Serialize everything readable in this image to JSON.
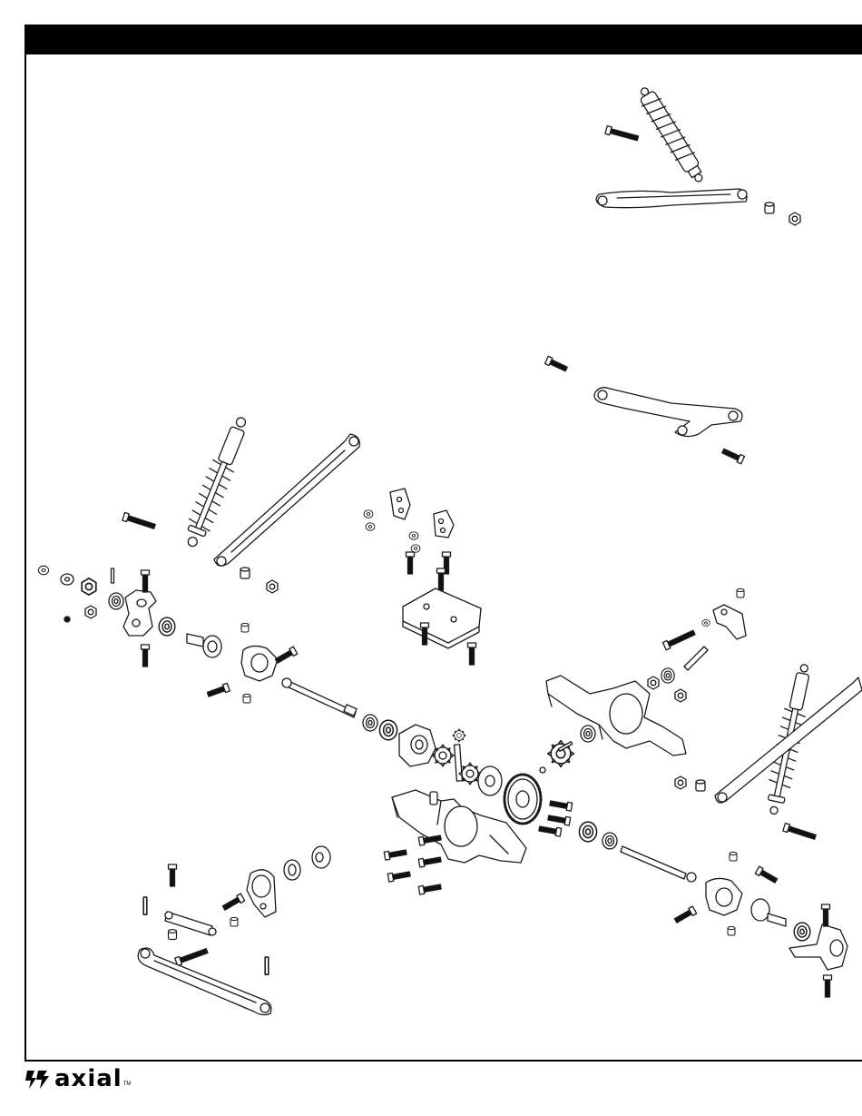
{
  "header": {
    "title": ""
  },
  "brand": {
    "logo_text": "axial",
    "trademark": "TM",
    "color": "#000000"
  },
  "colors": {
    "line": "#1a1a1a",
    "fill": "#ffffff",
    "bar": "#000000"
  },
  "parts": [
    "shock-absorber",
    "suspension-link",
    "upper-link",
    "axle-housing",
    "differential",
    "ring-gear",
    "pinion-gear",
    "steering-knuckle",
    "c-hub",
    "axle-shaft",
    "drive-cup",
    "bearing",
    "screw",
    "hex-nut",
    "washer",
    "pin",
    "link-mount",
    "skid-plate",
    "servo-saver",
    "steering-link"
  ]
}
